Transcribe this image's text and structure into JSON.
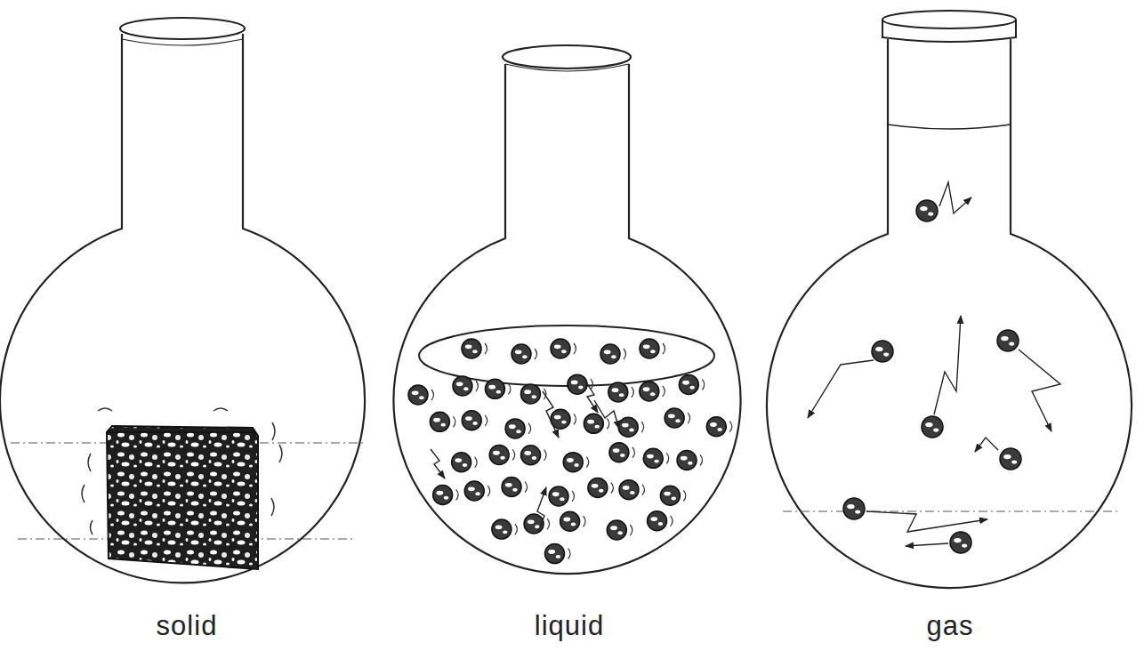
{
  "diagram": {
    "labels": [
      "solid",
      "liquid",
      "gas"
    ]
  }
}
